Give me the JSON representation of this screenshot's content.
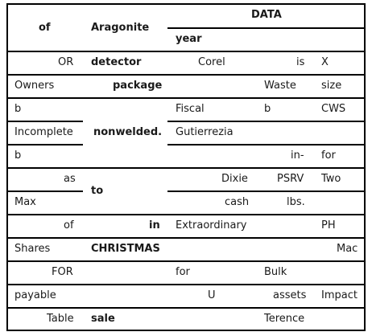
{
  "header": {
    "col1": "of",
    "col2": "Aragonite",
    "group": "DATA",
    "sub": "year"
  },
  "rows": [
    [
      "OR",
      "detector",
      "Corel",
      "is",
      "X"
    ],
    [
      "Owners",
      "package",
      "",
      "Waste",
      "size"
    ],
    [
      "b",
      "",
      "Fiscal",
      "b",
      "CWS"
    ],
    [
      "Incomplete",
      "nonwelded.",
      "Gutierrezia",
      "",
      ""
    ],
    [
      "b",
      "",
      "",
      "in-",
      "for"
    ],
    [
      "as",
      "to",
      "Dixie",
      "PSRV",
      "Two"
    ],
    [
      "Max",
      "",
      "cash",
      "lbs.",
      ""
    ],
    [
      "of",
      "in",
      "Extraordinary",
      "",
      "PH"
    ],
    [
      "Shares",
      "CHRISTMAS",
      "",
      "",
      "Mac"
    ],
    [
      "FOR",
      "",
      "for",
      "Bulk",
      ""
    ],
    [
      "payable",
      "",
      "U",
      "assets",
      "Impact"
    ],
    [
      "Table",
      "sale",
      "",
      "Terence",
      ""
    ]
  ]
}
